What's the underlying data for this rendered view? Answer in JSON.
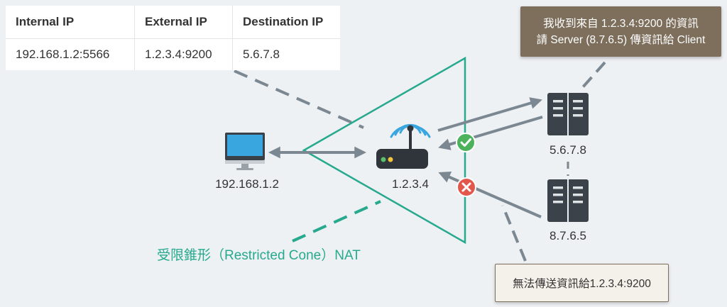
{
  "table": {
    "headers": [
      "Internal IP",
      "External IP",
      "Destination IP"
    ],
    "row": [
      "192.168.1.2:5566",
      "1.2.3.4:9200",
      "5.6.7.8"
    ]
  },
  "nodes": {
    "computer": "192.168.1.2",
    "router": "1.2.3.4",
    "server_top": "5.6.7.8",
    "server_bottom": "8.7.6.5"
  },
  "nat_label": "受限錐形（Restricted Cone）NAT",
  "callout_top": {
    "line1": "我收到來自 1.2.3.4:9200 的資訊",
    "line2": "請 Server (8.7.6.5) 傳資訊給 Client"
  },
  "callout_bottom": "無法傳送資訊給1.2.3.4:9200",
  "colors": {
    "teal": "#26a98d",
    "arrow_gray": "#7b8791",
    "success": "#4cb35c",
    "failure": "#e3564c",
    "callout_brown": "#7d6f5c",
    "server_dark": "#3b4249",
    "monitor_blue": "#3aa6df"
  },
  "icons": {
    "computer": "desktop-monitor-icon",
    "router": "wifi-router-icon",
    "server": "server-rack-icon",
    "success": "check-circle-icon",
    "failure": "x-circle-icon"
  }
}
